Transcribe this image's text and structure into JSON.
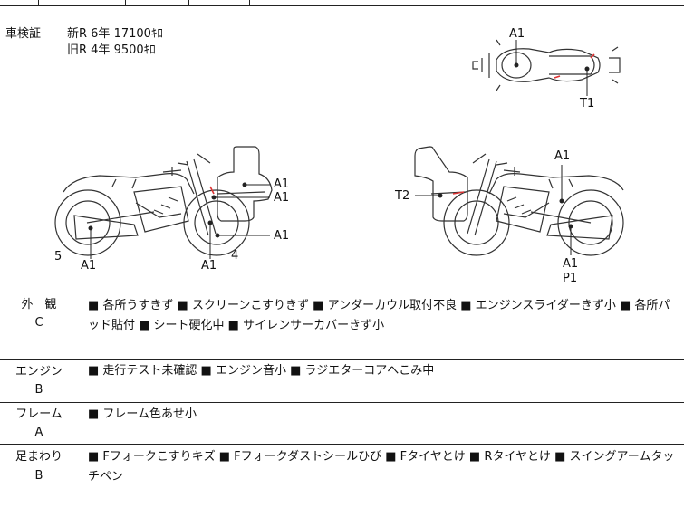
{
  "inspection": {
    "label": "車検証",
    "new_row": "新R  6年  17100ｷﾛ",
    "old_row": "旧R  4年    9500ｷﾛ"
  },
  "diagram_labels": {
    "top_a1": "A1",
    "top_t1": "T1",
    "left_a1_1": "A1",
    "left_a1_2": "A1",
    "left_a1_3": "A1",
    "left_5": "5",
    "left_a1_bottom": "A1",
    "left_a1_mid": "A1",
    "left_4": "4",
    "right_a1_top": "A1",
    "right_t2": "T2",
    "right_a1_bottom": "A1",
    "right_p1": "P1"
  },
  "sections": [
    {
      "name": "外　観",
      "grade": "C",
      "text": "■ 各所うすきず ■ スクリーンこすりきず ■ アンダーカウル取付不良 ■ エンジンスライダーきず小 ■ 各所パッド貼付 ■ シート硬化中 ■ サイレンサーカバーきず小"
    },
    {
      "name": "エンジン",
      "grade": "B",
      "text": "■ 走行テスト未確認 ■ エンジン音小 ■ ラジエターコアへこみ中"
    },
    {
      "name": "フレーム",
      "grade": "A",
      "text": "■ フレーム色あせ小"
    },
    {
      "name": "足まわり",
      "grade": "B",
      "text": "■ Fフォークこすりキズ ■ Fフォークダストシールひび ■ Fタイヤとけ ■ Rタイヤとけ ■ スイングアームタッチペン"
    }
  ]
}
